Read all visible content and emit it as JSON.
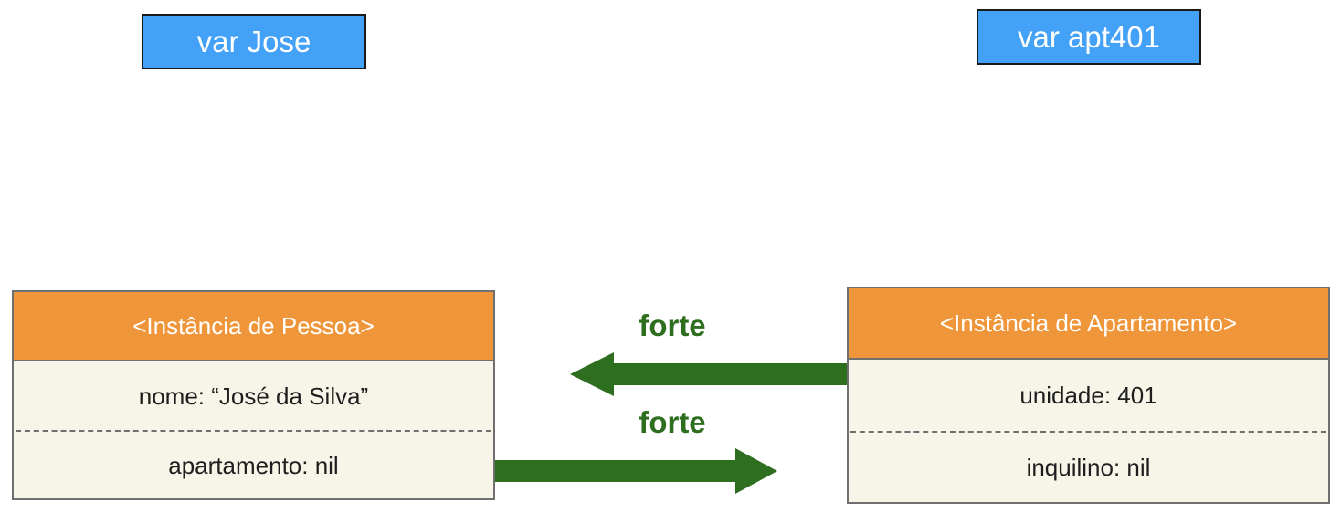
{
  "colors": {
    "variable_fill": "#43a1f8",
    "header_fill": "#f0963a",
    "strong_reference": "#2d6e1f"
  },
  "variables": {
    "jose": "var Jose",
    "apt401": "var apt401"
  },
  "pessoa": {
    "title": "<Instância de Pessoa>",
    "nome": "nome: “José da Silva”",
    "apartamento": "apartamento: nil"
  },
  "apartamento": {
    "title": "<Instância de Apartamento>",
    "unidade": "unidade: 401",
    "inquilino": "inquilino: nil"
  },
  "references": {
    "top_label": "forte",
    "bottom_label": "forte"
  }
}
